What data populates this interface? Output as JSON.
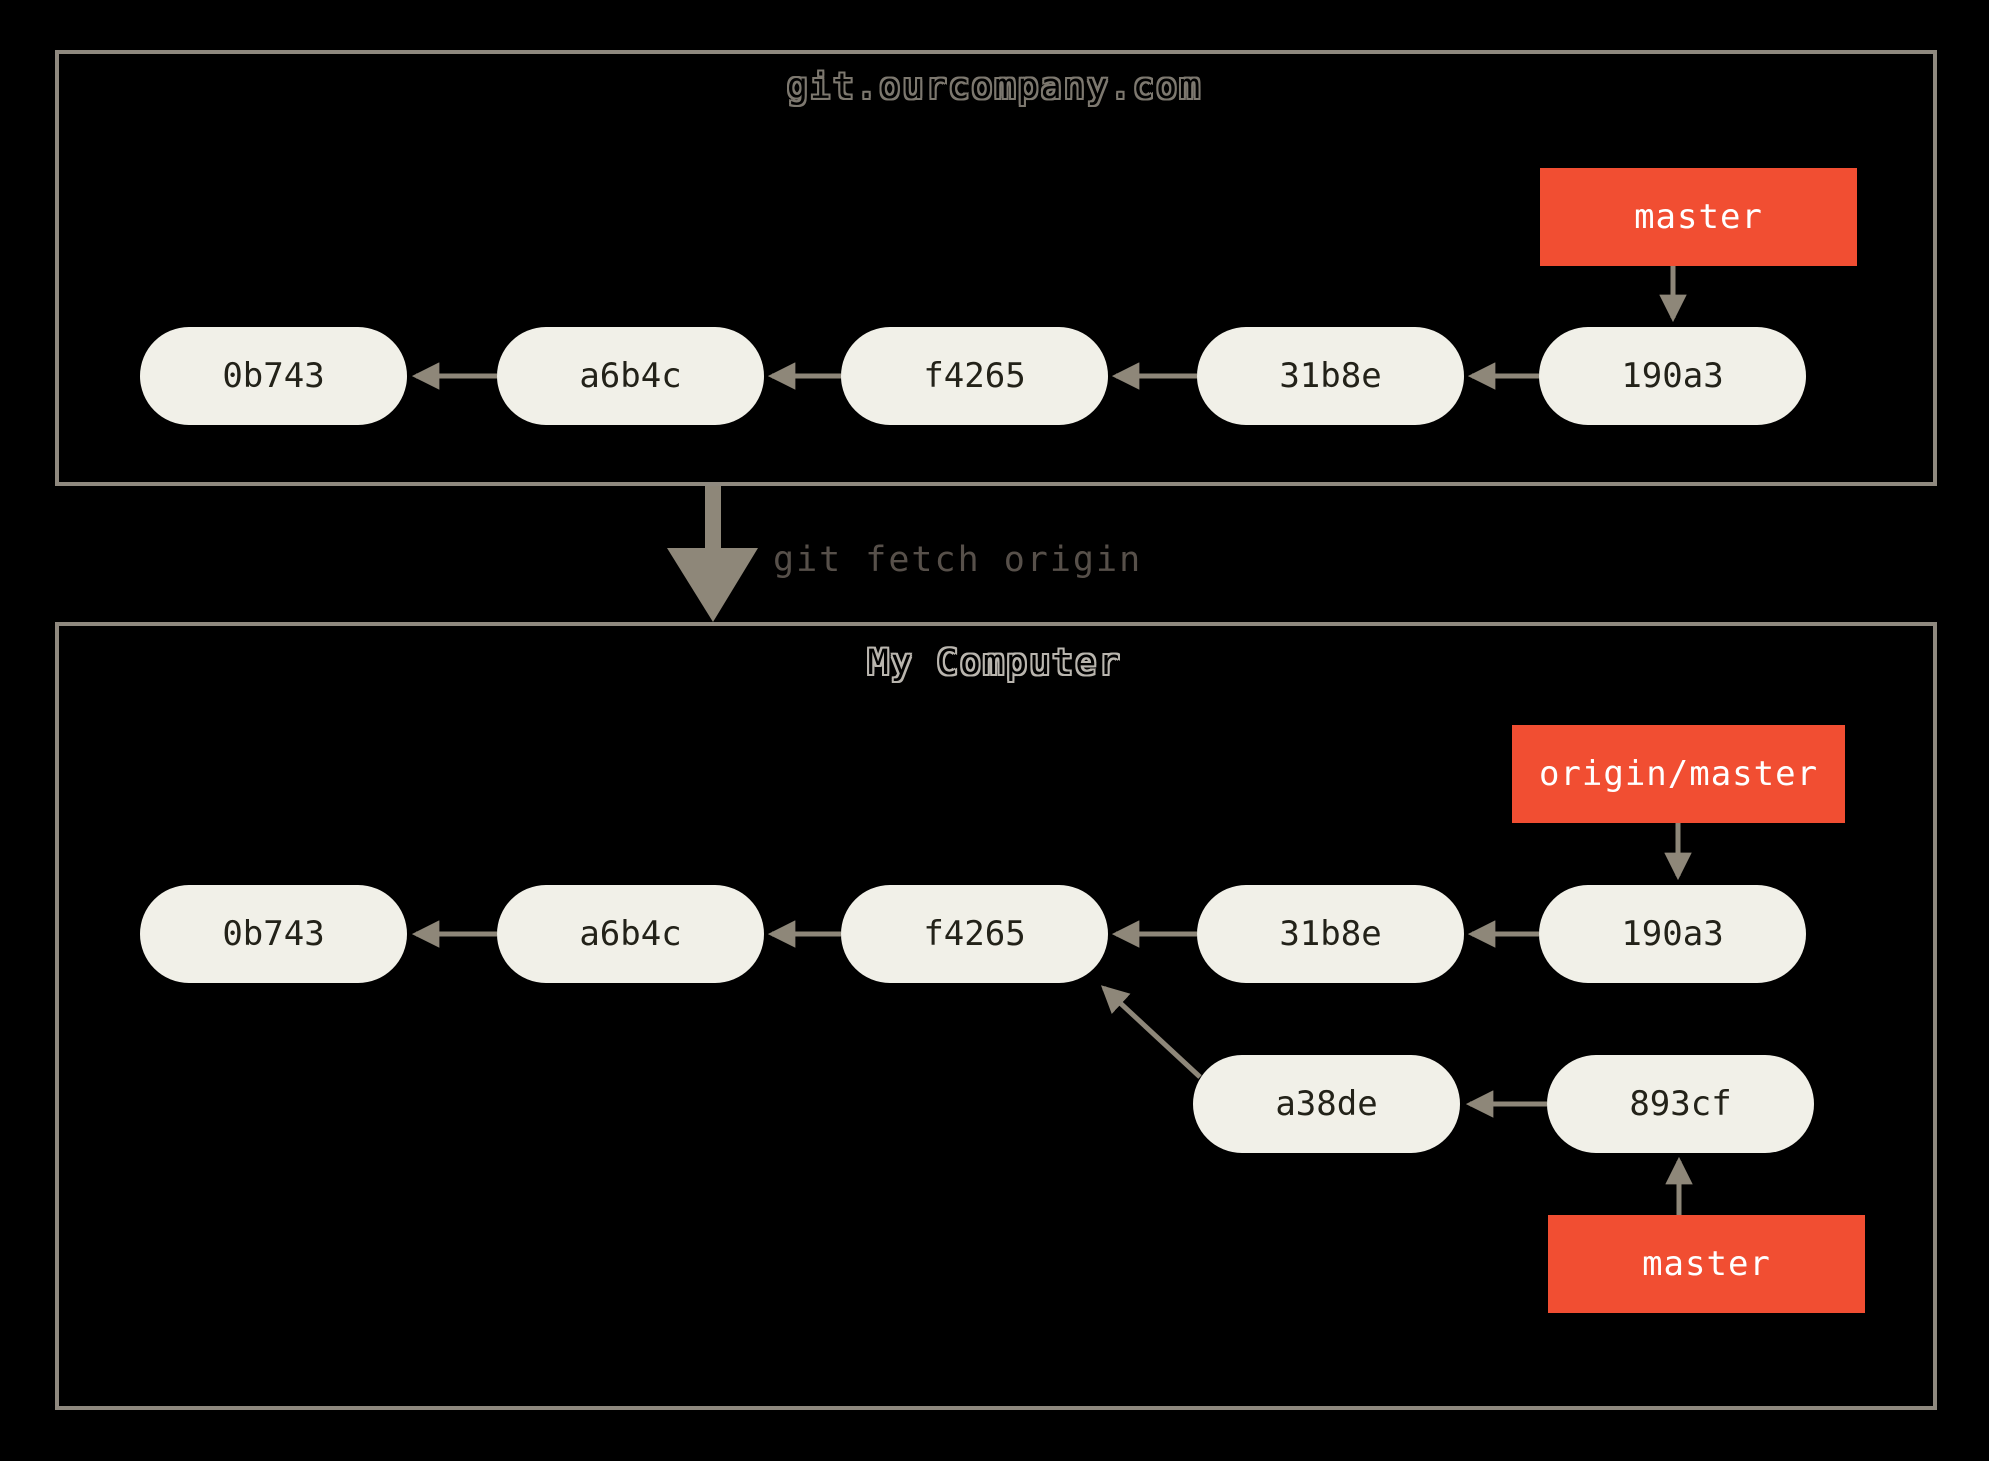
{
  "colors": {
    "background": "#000000",
    "box_border": "#8f897f",
    "commit_node_bg": "#f1f0e8",
    "commit_node_text": "#232219",
    "branch_label_bg": "#f14e32",
    "branch_label_text": "#ffffff",
    "arrow": "#8e8779",
    "command_text": "#57504a"
  },
  "remote": {
    "title": "git.ourcompany.com",
    "branch_label": "master",
    "commits": [
      "0b743",
      "a6b4c",
      "f4265",
      "31b8e",
      "190a3"
    ]
  },
  "transfer": {
    "command": "git fetch origin"
  },
  "local": {
    "title": "My Computer",
    "remote_branch_label": "origin/master",
    "branch_label": "master",
    "commits": [
      "0b743",
      "a6b4c",
      "f4265",
      "31b8e",
      "190a3"
    ],
    "branch_commits": [
      "a38de",
      "893cf"
    ]
  }
}
